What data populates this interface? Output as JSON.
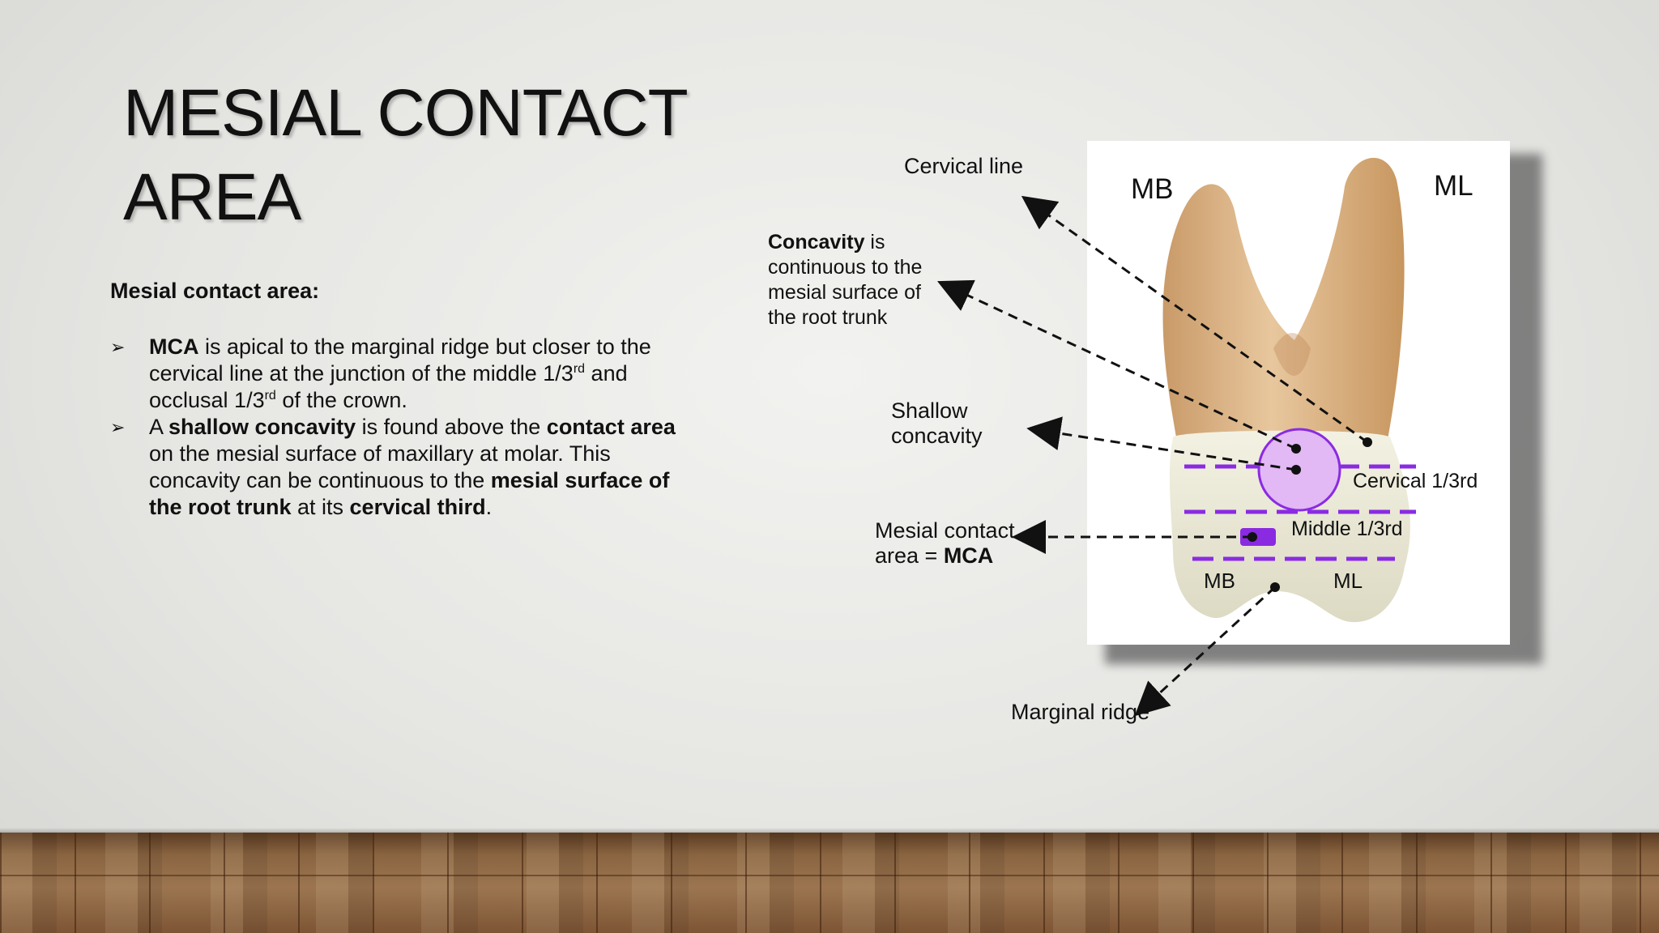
{
  "slide": {
    "title_line1": "MESIAL CONTACT",
    "title_line2": "AREA",
    "section_heading": "Mesial contact area:"
  },
  "bullets": [
    {
      "b1_bold": "MCA",
      "b1_t1": " is apical to the marginal ridge but closer to the cervical line at the junction of the middle 1/3",
      "b1_sup1": "rd",
      "b1_t2": " and occlusal 1/3",
      "b1_sup2": "rd",
      "b1_t3": "  of the crown."
    },
    {
      "b2_t1": "A ",
      "b2_bold1": "shallow concavity",
      "b2_t2": " is found above the ",
      "b2_bold2": "contact area",
      "b2_t3": " on the mesial surface of maxillary at molar. This concavity can be continuous to the ",
      "b2_bold3": "mesial surface of the root trunk",
      "b2_t4": " at its ",
      "b2_bold4": "cervical third",
      "b2_t5": "."
    }
  ],
  "diagram": {
    "label_cervical_line": "Cervical line",
    "concavity_bold": "Concavity",
    "concavity_rest": " is continuous to the mesial surface of the root trunk",
    "shallow_line1": "Shallow",
    "shallow_line2": "concavity",
    "mca_line1": "Mesial contact",
    "mca_line2_prefix": "area = ",
    "mca_line2_bold": "MCA",
    "marginal_ridge": "Marginal ridge",
    "root_mb": "MB",
    "root_ml": "ML",
    "crown_mb": "MB",
    "crown_ml": "ML",
    "cervical_third": "Cervical 1/3rd",
    "middle_third": "Middle 1/3rd"
  },
  "colors": {
    "accent_purple": "#8a2be2",
    "concavity_fill": "#e2b8f5",
    "root_tan": "#d9b488",
    "crown_ivory": "#ecebd8"
  }
}
